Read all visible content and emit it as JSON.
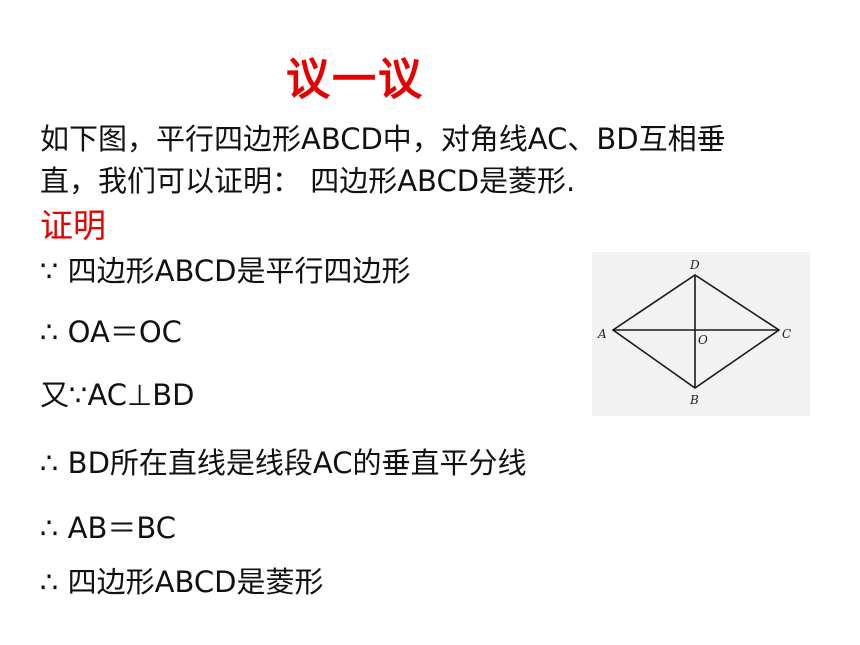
{
  "title": "议一议",
  "intro": {
    "line1": "如下图，平行四边形ABCD中，对角线AC、BD互相垂",
    "line2": "直，我们可以证明： 四边形ABCD是菱形."
  },
  "proof": {
    "heading": "证明",
    "steps": [
      "∵ 四边形ABCD是平行四边形",
      "∴ OA＝OC",
      "又∵AC⊥BD",
      "∴ BD所在直线是线段AC的垂直平分线",
      "∴ AB＝BC",
      "∴ 四边形ABCD是菱形"
    ]
  },
  "diagram": {
    "vertices": {
      "A": "A",
      "B": "B",
      "C": "C",
      "D": "D",
      "O": "O"
    }
  }
}
